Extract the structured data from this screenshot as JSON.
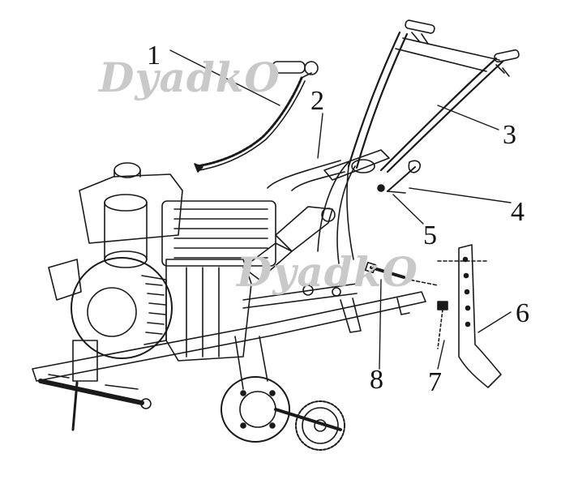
{
  "watermarks": [
    "DyadkO",
    "DyadkO"
  ],
  "callouts": [
    "1",
    "2",
    "3",
    "4",
    "5",
    "6",
    "7",
    "8"
  ],
  "colors": {
    "line": "#1a1a1a",
    "watermark": "#c9c9c9",
    "background": "#ffffff"
  }
}
